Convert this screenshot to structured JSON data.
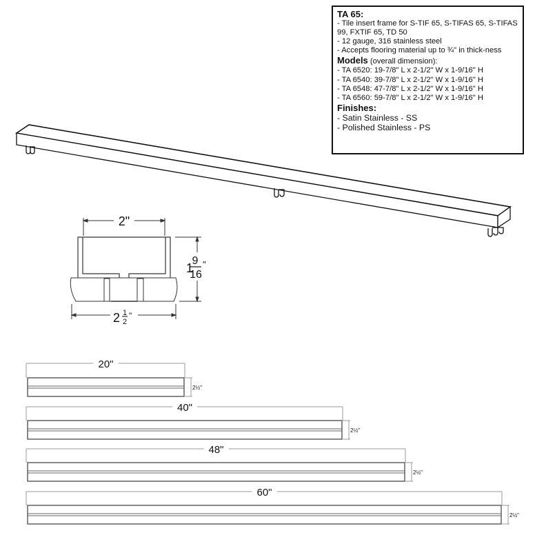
{
  "spec_box": {
    "title": "TA 65:",
    "features": [
      "- Tile insert frame for S-TIF 65, S-TIFAS 65, S-TIFAS 99, FXTIF 65, TD 50",
      "- 12 gauge, 316 stainless steel",
      "- Accepts flooring material up to ¾\" in thick-ness"
    ],
    "models_heading": "Models",
    "models_subheading": "(overall dimension):",
    "models": [
      "- TA 6520: 19-7/8\" L x 2-1/2\" W x 1-9/16\" H",
      "- TA 6540: 39-7/8\" L x 2-1/2\" W x 1-9/16\" H",
      "- TA 6548: 47-7/8\" L x 2-1/2\" W x 1-9/16\" H",
      "- TA 6560: 59-7/8\" L x 2-1/2\" W x 1-9/16\" H"
    ],
    "finishes_heading": "Finishes:",
    "finishes": [
      "-  Satin Stainless - SS",
      "-  Polished Stainless - PS"
    ]
  },
  "cross_section": {
    "inner_width": "2\"",
    "height_whole": "1",
    "height_num": "9",
    "height_den": "16",
    "height_unit": "\"",
    "outer_width_whole": "2",
    "outer_width_num": "1",
    "outer_width_den": "2",
    "outer_width_unit": "\""
  },
  "side_views": [
    {
      "length": "20\"",
      "width": "2½\""
    },
    {
      "length": "40\"",
      "width": "2½\""
    },
    {
      "length": "48\"",
      "width": "2½\""
    },
    {
      "length": "60\"",
      "width": "2½\""
    }
  ]
}
